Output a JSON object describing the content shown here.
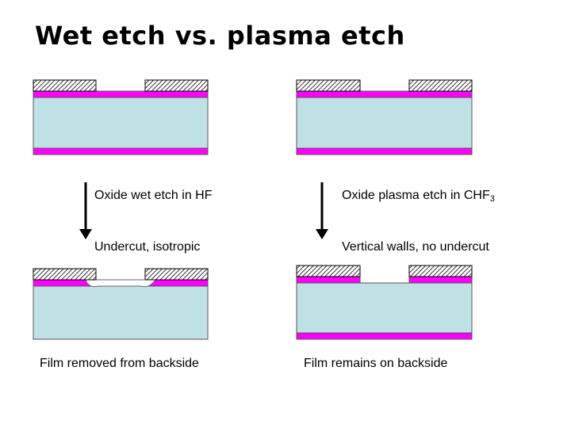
{
  "title": "Wet etch vs. plasma etch",
  "colors": {
    "substrate": "#bfe1e5",
    "film": "#ff00ff",
    "mask_hatch": "#000000",
    "background": "#ffffff"
  },
  "left_column": {
    "step_label": "Oxide wet etch in HF",
    "result_label": "Undercut, isotropic",
    "footer": "Film removed from backside"
  },
  "right_column": {
    "step_label_main": "Oxide plasma etch in CHF",
    "step_label_sub": "3",
    "result_label": "Vertical walls, no undercut",
    "footer": "Film remains on backside"
  }
}
